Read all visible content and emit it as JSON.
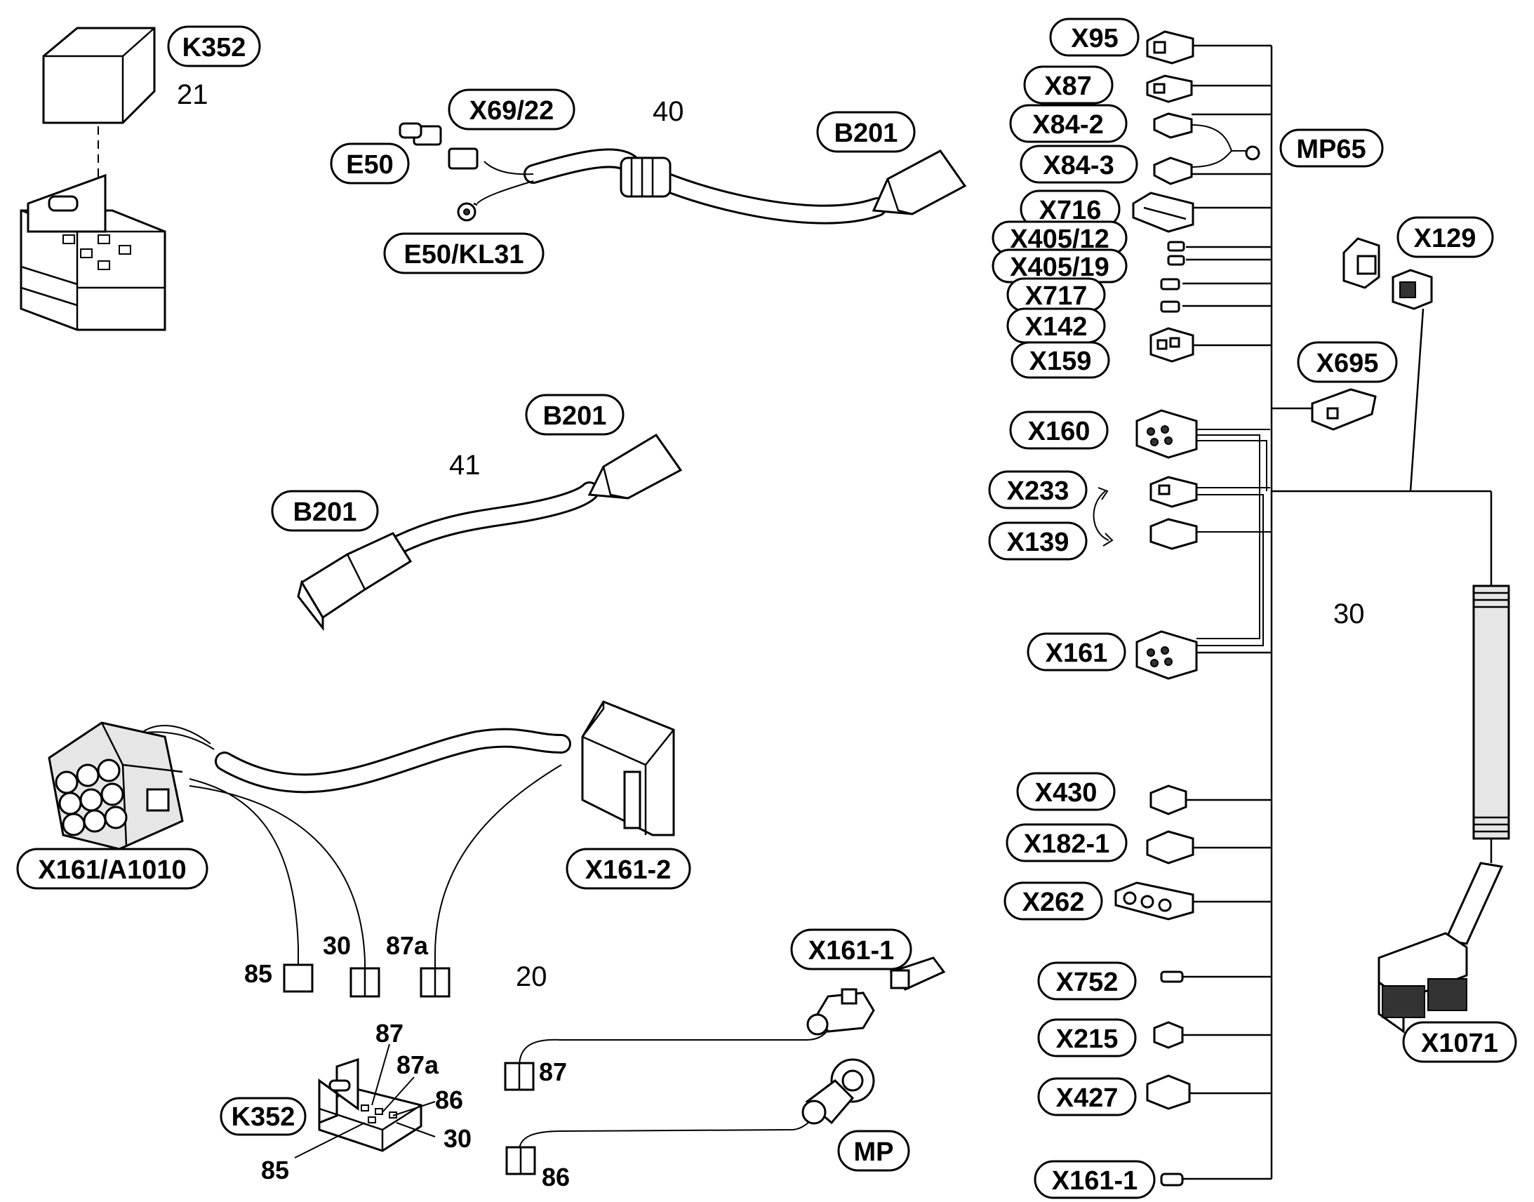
{
  "labels": {
    "k352_top": "K352",
    "x69_22": "X69/22",
    "e50": "E50",
    "e50_kl31": "E50/KL31",
    "b201_top": "B201",
    "b201_mid": "B201",
    "b201_left": "B201",
    "x161_a1010": "X161/A1010",
    "x161_2": "X161-2",
    "x161_1_mid": "X161-1",
    "k352_bottom": "K352",
    "mp": "MP",
    "x95": "X95",
    "x87": "X87",
    "x84_2": "X84-2",
    "x84_3": "X84-3",
    "mp65": "MP65",
    "x716": "X716",
    "x405_12": "X405/12",
    "x405_19": "X405/19",
    "x717": "X717",
    "x142": "X142",
    "x159": "X159",
    "x129": "X129",
    "x695": "X695",
    "x160": "X160",
    "x233": "X233",
    "x139": "X139",
    "x161": "X161",
    "x430": "X430",
    "x182_1": "X182-1",
    "x262": "X262",
    "x752": "X752",
    "x215": "X215",
    "x427": "X427",
    "x161_1_right": "X161-1",
    "x1071": "X1071"
  },
  "numbers": {
    "n21": "21",
    "n40": "40",
    "n41": "41",
    "n30": "30",
    "n20": "20"
  },
  "pins": {
    "p85": "85",
    "p30": "30",
    "p87a": "87a",
    "k87": "87",
    "k87a": "87a",
    "k86": "86",
    "k30": "30",
    "k85": "85",
    "w87": "87",
    "w86": "86"
  }
}
